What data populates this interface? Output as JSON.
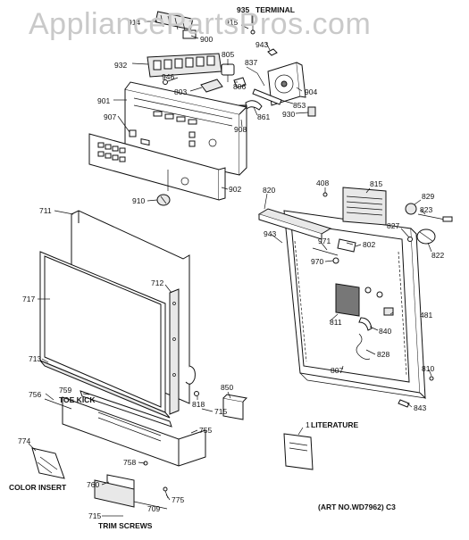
{
  "watermark": "AppliancePartsPros.com",
  "labels": {
    "p914": "914",
    "p935": "935",
    "p935_text": "TERMINAL",
    "p915": "915",
    "p900": "900",
    "p943a": "943",
    "p932": "932",
    "p805": "805",
    "p837": "837",
    "p946": "946",
    "p806": "806",
    "p904": "904",
    "p803": "803",
    "p901": "901",
    "p853": "853",
    "p861": "861",
    "p930": "930",
    "p907": "907",
    "p908": "908",
    "p910": "910",
    "p902": "902",
    "p408": "408",
    "p815": "815",
    "p820": "820",
    "p829": "829",
    "p823": "823",
    "p711": "711",
    "p827": "827",
    "p943b": "943",
    "p971": "971",
    "p802": "802",
    "p970": "970",
    "p822": "822",
    "p712": "712",
    "p717": "717",
    "p811": "811",
    "p481": "481",
    "p840": "840",
    "p713": "713",
    "p828": "828",
    "p807": "807",
    "p810": "810",
    "p756": "756",
    "p759": "759",
    "p759_text": "TOE KICK",
    "p850": "850",
    "p818": "818",
    "p715a": "715",
    "p843": "843",
    "p755": "755",
    "p774": "774",
    "p1": "1",
    "p1_text": "LITERATURE",
    "p758": "758",
    "p760": "760",
    "color_insert": "COLOR INSERT",
    "p775": "775",
    "p709": "709",
    "p715b": "715",
    "trim_screws": "TRIM SCREWS",
    "art_no": "(ART NO.WD7962)  C3"
  }
}
